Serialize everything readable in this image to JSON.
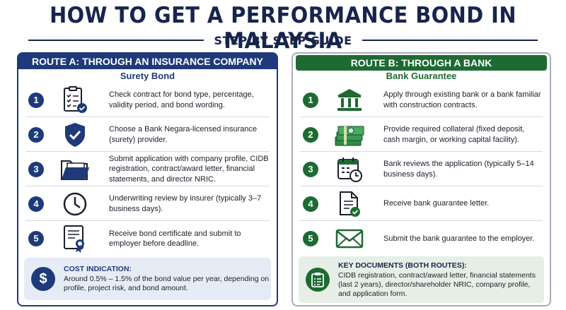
{
  "title": "HOW TO GET A PERFORMANCE BOND IN MALAYSIA",
  "subtitle": "STEP BY STEP GUIDE",
  "route_a": {
    "header": "ROUTE A: THROUGH AN INSURANCE COMPANY",
    "subheader": "Surety Bond",
    "accent": "#1f3a7a",
    "steps": [
      {
        "num": "1",
        "icon": "checklist-icon",
        "text": "Check contract for bond type, percentage, validity period, and bond wording."
      },
      {
        "num": "2",
        "icon": "shield-check-icon",
        "text": "Choose a Bank Negara-licensed insurance (surety) provider."
      },
      {
        "num": "3",
        "icon": "folder-icon",
        "text": "Submit application with company profile, CIDB registration, contract/award letter, financial statements, and director NRIC."
      },
      {
        "num": "4",
        "icon": "clock-icon",
        "text": "Underwriting review by insurer (typically 3–7 business days)."
      },
      {
        "num": "5",
        "icon": "certificate-icon",
        "text": "Receive bond certificate and submit to employer before deadline."
      }
    ],
    "info": {
      "icon": "dollar-icon",
      "icon_glyph": "$",
      "title": "COST INDICATION:",
      "text": "Around 0.5% – 1.5% of the bond value per year, depending on profile, project risk, and bond amount."
    }
  },
  "route_b": {
    "header": "ROUTE B: THROUGH A BANK",
    "subheader": "Bank Guarantee",
    "accent": "#1e6a33",
    "steps": [
      {
        "num": "1",
        "icon": "bank-icon",
        "text": "Apply through existing bank or a bank familiar with construction contracts."
      },
      {
        "num": "2",
        "icon": "money-stack-icon",
        "text": "Provide required collateral (fixed deposit, cash margin, or working capital facility)."
      },
      {
        "num": "3",
        "icon": "calendar-clock-icon",
        "text": "Bank reviews the application (typically 5–14 business days)."
      },
      {
        "num": "4",
        "icon": "document-check-icon",
        "text": "Receive bank guarantee letter."
      },
      {
        "num": "5",
        "icon": "envelope-icon",
        "text": "Submit the bank guarantee to the employer."
      }
    ],
    "info": {
      "icon": "clipboard-icon",
      "title": "KEY DOCUMENTS (BOTH ROUTES):",
      "text": "CIDB registration, contract/award letter, financial statements (last 2 years), director/shareholder NRIC, company profile, and application form."
    }
  }
}
